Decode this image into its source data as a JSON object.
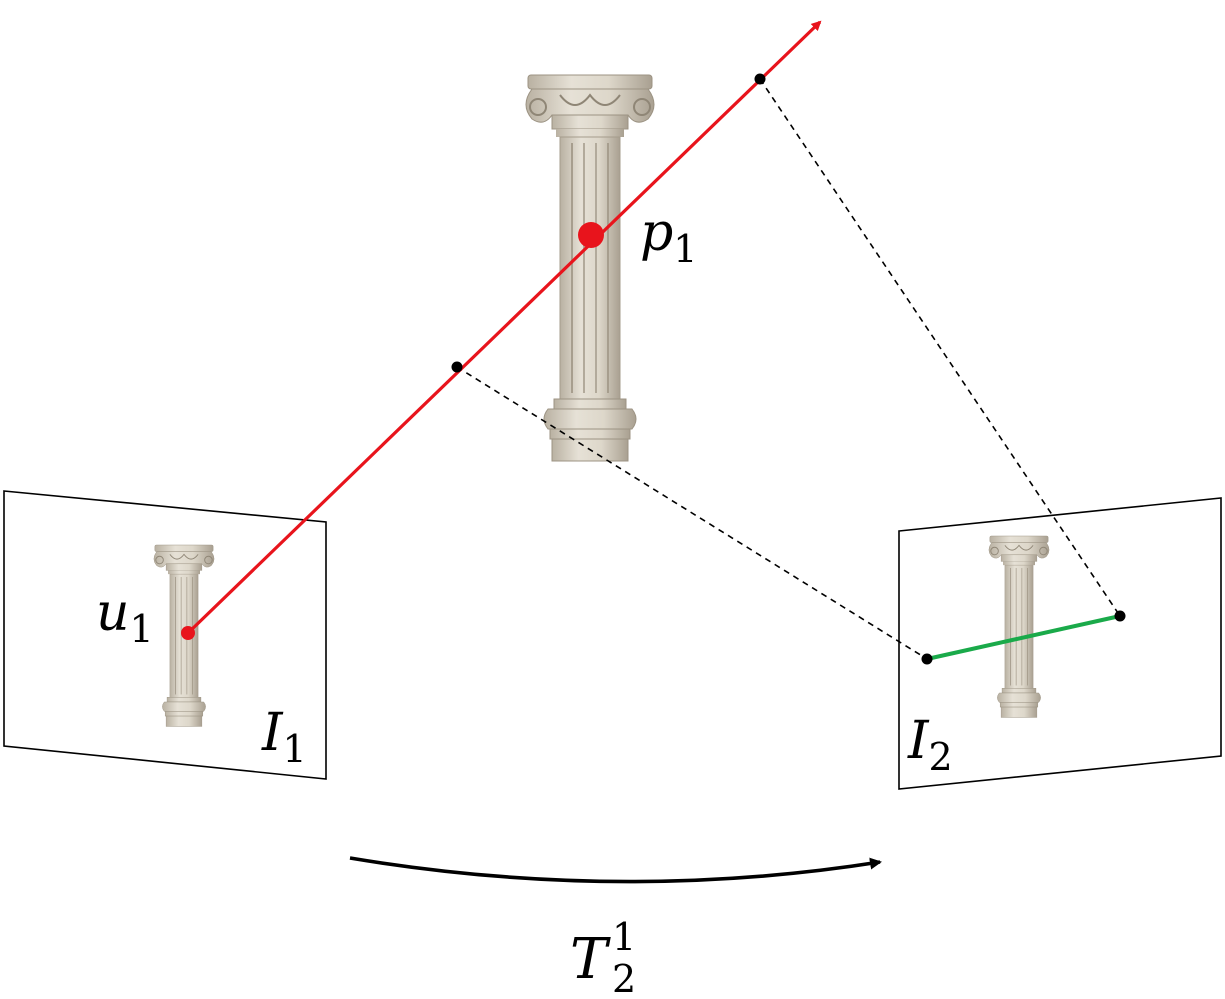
{
  "labels": {
    "point": {
      "base": "p",
      "sub": "1"
    },
    "pixel": {
      "base": "u",
      "sub": "1"
    },
    "image_1": {
      "base": "I",
      "sub": "1"
    },
    "image_2": {
      "base": "I",
      "sub": "2"
    },
    "transform": {
      "base": "T",
      "sub": "2",
      "sup": "1"
    }
  },
  "colors": {
    "ray": "#e8141c",
    "epipolar_line": "#1aaa4a",
    "projection": "#000000",
    "frame": "#000000",
    "column_stone": "#d9d3c6",
    "column_shadow": "#b8b0a0"
  }
}
